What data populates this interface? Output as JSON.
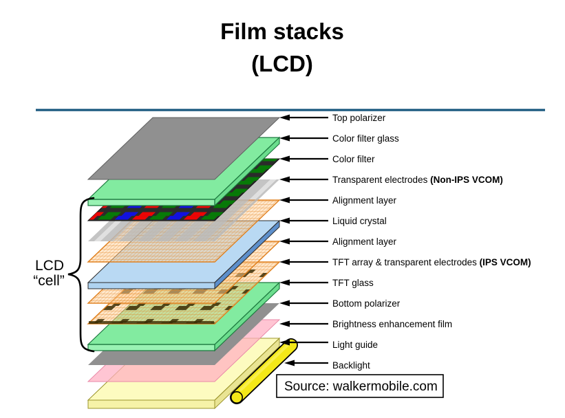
{
  "title": {
    "line1": "Film stacks",
    "line2": "(LCD)"
  },
  "bracket_label": {
    "line1": "LCD",
    "line2": "“cell”"
  },
  "source_box": {
    "text": "Source: walkermobile.com"
  },
  "layers": [
    {
      "id": "top-polarizer",
      "label": "Top polarizer",
      "label_bold": ""
    },
    {
      "id": "color-filter-glass",
      "label": "Color filter glass",
      "label_bold": ""
    },
    {
      "id": "color-filter",
      "label": "Color filter",
      "label_bold": ""
    },
    {
      "id": "transparent-electrodes",
      "label": "Transparent electrodes ",
      "label_bold": "(Non-IPS VCOM)"
    },
    {
      "id": "alignment-layer-top",
      "label": "Alignment layer",
      "label_bold": ""
    },
    {
      "id": "liquid-crystal",
      "label": "Liquid crystal",
      "label_bold": ""
    },
    {
      "id": "alignment-layer-bottom",
      "label": "Alignment layer",
      "label_bold": ""
    },
    {
      "id": "tft-array",
      "label": "TFT array & transparent electrodes ",
      "label_bold": "(IPS VCOM)"
    },
    {
      "id": "tft-glass",
      "label": "TFT glass",
      "label_bold": ""
    },
    {
      "id": "bottom-polarizer",
      "label": "Bottom polarizer",
      "label_bold": ""
    },
    {
      "id": "brightness-enhancement-film",
      "label": "Brightness enhancement film",
      "label_bold": ""
    },
    {
      "id": "light-guide",
      "label": "Light guide",
      "label_bold": ""
    },
    {
      "id": "backlight",
      "label": "Backlight",
      "label_bold": ""
    }
  ],
  "colors": {
    "rule_blue": "#17567D",
    "polarizer_gray": "#909090",
    "polarizer_stroke": "#5f5f5f",
    "glass_green": "#82EBA0",
    "glass_green_front": "#99F2B3",
    "glass_green_side": "#6BDD8D",
    "glass_green_stroke": "#1E7A40",
    "cf_black": "#2B2B2B",
    "cf_red": "#EE0404",
    "cf_green": "#077A07",
    "cf_blue": "#1111E0",
    "electrode_gray": "#ADADAD",
    "electrode_band": "#BBBBBB",
    "align_orange_fill": "#FFD29B",
    "align_orange_line": "#E0801E",
    "lc_blue": "#B9D9F3",
    "lc_blue_front": "#AFD3F0",
    "lc_blue_side": "#5D8FCB",
    "lc_stroke": "#2B2B2B",
    "tft_dark": "#3A2D05",
    "bef_pink": "#FFAEC2",
    "bef_stroke": "#E989A8",
    "lightguide_yellow": "#FDFBC0",
    "lightguide_front": "#F6F2A8",
    "lightguide_side": "#E9E493",
    "lightguide_stroke": "#9B942C",
    "backlight_yellow": "#F4E818",
    "backlight_highlight": "#FAF25F",
    "arrow_black": "#000000"
  }
}
